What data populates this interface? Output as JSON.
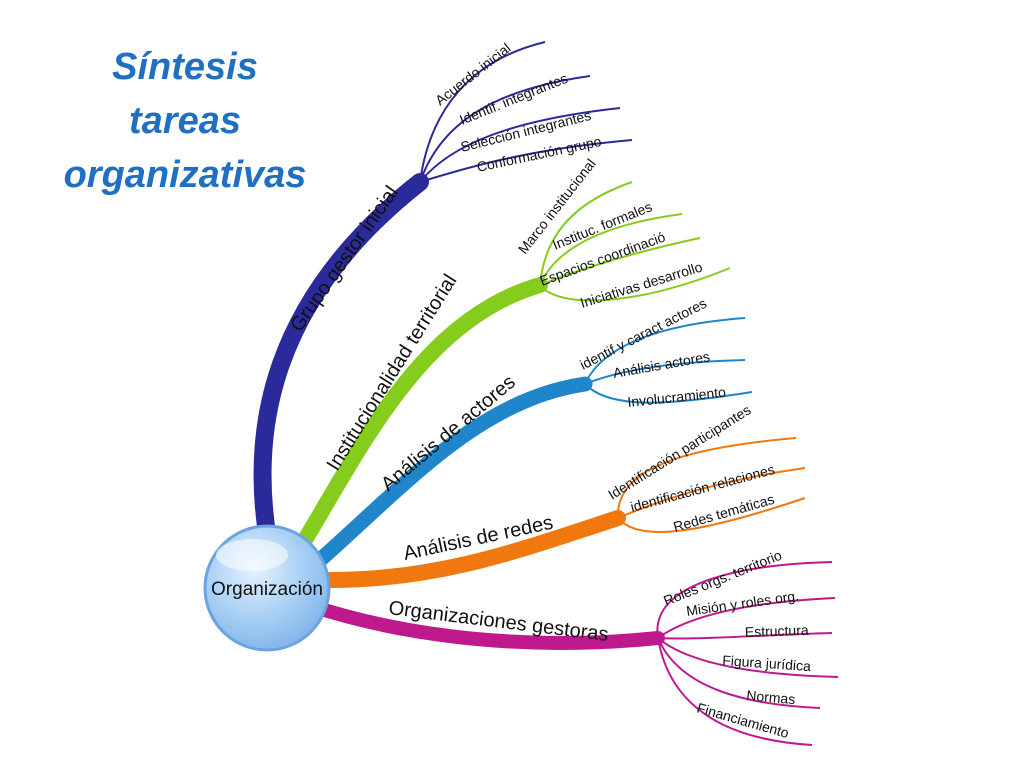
{
  "title": {
    "lines": [
      "Síntesis",
      "tareas",
      "organizativas"
    ],
    "color": "#1f6fc2"
  },
  "center": {
    "label": "Organización",
    "fill": "#9ec8f2",
    "stroke": "#6aa3df"
  },
  "branches": [
    {
      "label": "Grupo gestor inicial",
      "color": "#2a2a9a",
      "leaves": [
        "Acuerdo inicial",
        "Identif. integrantes",
        "Selección integrantes",
        "Conformación grupo"
      ]
    },
    {
      "label": "Institucionalidad territorial",
      "color": "#86cc1c",
      "leaves": [
        "Marco institucional",
        "Instituc. formales",
        "Espacios coordinació",
        "Iniciativas desarrollo"
      ]
    },
    {
      "label": "Análisis de actores",
      "color": "#1f86cc",
      "leaves": [
        "identif y caract actores",
        "Análisis actores",
        "Involucramiento"
      ]
    },
    {
      "label": "Análisis de redes",
      "color": "#f0780e",
      "leaves": [
        "Identificación participantes",
        "identificación relaciones",
        "Redes temáticas"
      ]
    },
    {
      "label": "Organizaciones gestoras",
      "color": "#be1a8e",
      "leaves": [
        "Roles orgs. territorio",
        "Misión y roles org.",
        "Estructura",
        "Figura jurídica",
        "Normas",
        "Financiamiento"
      ]
    }
  ]
}
